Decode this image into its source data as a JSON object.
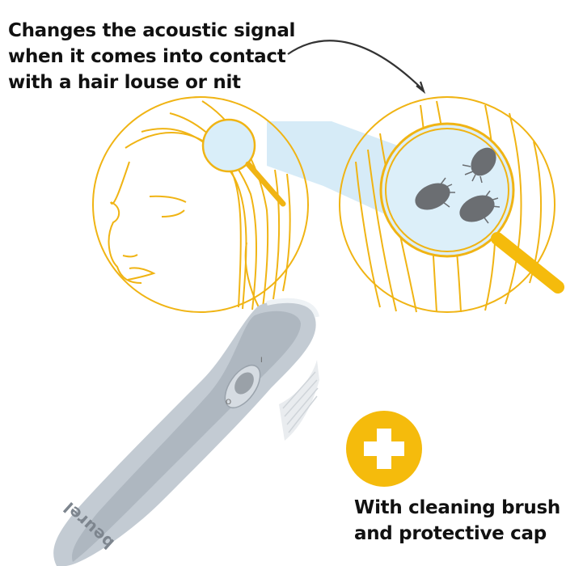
{
  "headline": {
    "lines": [
      "Changes the acoustic signal",
      "when it comes into contact",
      "with a hair louse or nit"
    ]
  },
  "caption": {
    "lines": [
      "With cleaning brush",
      "and protective cap"
    ]
  },
  "product": {
    "brand": "beurel",
    "switch_labels": [
      "I",
      "O"
    ]
  },
  "illustrations": {
    "left": "woman-head-with-magnifier",
    "right": "magnified-hair-with-lice",
    "lice_count": 3
  },
  "icons": {
    "badge": "plus-icon",
    "arrow": "curved-arrow-icon"
  },
  "colors": {
    "accent_yellow": "#f5bb0c",
    "line_yellow": "#f0b414",
    "beam_blue": "#cfe8f6",
    "louse_gray": "#6b6e72",
    "device_silver": "#b9c2cb",
    "text": "#111111"
  }
}
